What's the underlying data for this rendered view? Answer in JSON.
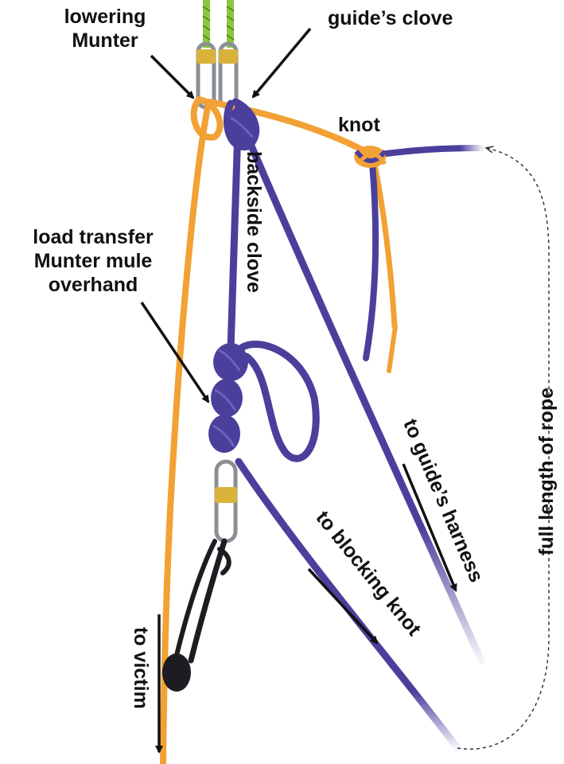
{
  "labels": {
    "lowering_munter_line1": "lowering",
    "lowering_munter_line2": "Munter",
    "guides_clove": "guide’s clove",
    "knot": "knot",
    "backside_clove": "backside clove",
    "load_transfer_line1": "load transfer",
    "load_transfer_line2": "Munter mule",
    "load_transfer_line3": "overhand",
    "to_guides_harness": "to guide’s harness",
    "to_blocking_knot": "to blocking knot",
    "full_length_of_rope": "full length of rope",
    "to_victim": "to victim"
  },
  "colors": {
    "orange_rope": "#f2a135",
    "purple_rope": "#4b3f9c",
    "black_cord": "#1c1c22",
    "carabiner_steel": "#8a8f96",
    "carabiner_gate": "#d9b23a",
    "anchor_sling": "#8cc63f",
    "arrow": "#111111",
    "label_text": "#111111"
  }
}
